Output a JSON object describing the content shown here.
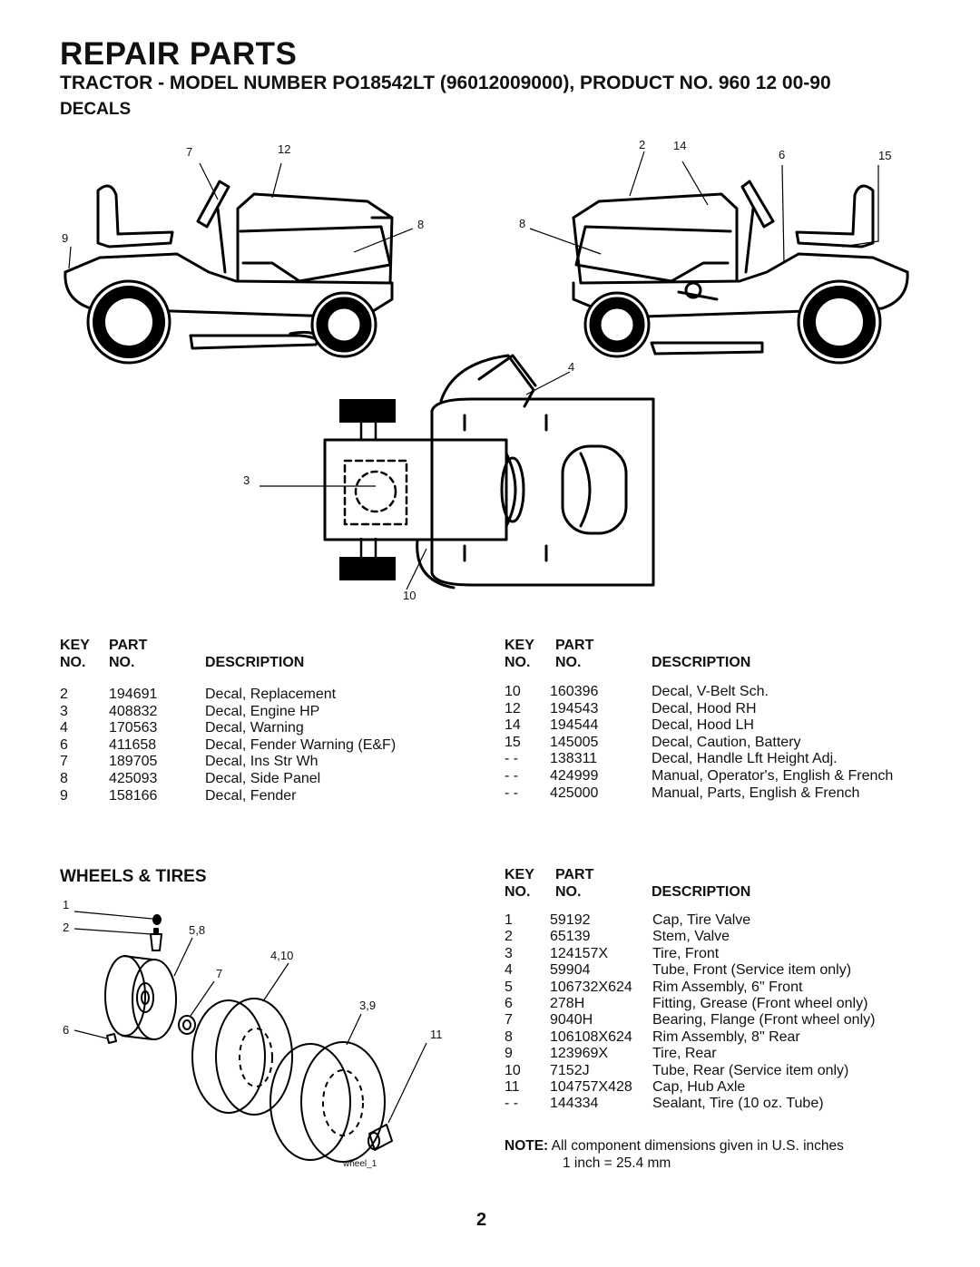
{
  "header": {
    "title": "REPAIR PARTS",
    "subtitle": "TRACTOR  - MODEL NUMBER  PO18542LT (96012009000), PRODUCT NO. 960 12 00-90"
  },
  "decals": {
    "heading": "DECALS",
    "callouts": {
      "c7": "7",
      "c12": "12",
      "c9": "9",
      "c8a": "8",
      "c2": "2",
      "c14": "14",
      "c6": "6",
      "c15": "15",
      "c8b": "8",
      "c4": "4",
      "c3": "3",
      "c10": "10"
    },
    "col_headers": {
      "key": "KEY",
      "part": "PART",
      "no1": "NO.",
      "no2": "NO.",
      "desc": "DESCRIPTION"
    },
    "left_rows": [
      {
        "key": "2",
        "part": "194691",
        "desc": "Decal, Replacement"
      },
      {
        "key": "3",
        "part": "408832",
        "desc": "Decal, Engine HP"
      },
      {
        "key": "4",
        "part": "170563",
        "desc": "Decal, Warning"
      },
      {
        "key": "6",
        "part": "411658",
        "desc": "Decal, Fender Warning (E&F)"
      },
      {
        "key": "7",
        "part": "189705",
        "desc": "Decal, Ins Str Wh"
      },
      {
        "key": "8",
        "part": "425093",
        "desc": "Decal, Side Panel"
      },
      {
        "key": "9",
        "part": "158166",
        "desc": "Decal, Fender"
      }
    ],
    "right_rows": [
      {
        "key": "10",
        "part": "160396",
        "desc": "Decal, V-Belt Sch."
      },
      {
        "key": "12",
        "part": "194543",
        "desc": "Decal, Hood RH"
      },
      {
        "key": "14",
        "part": "194544",
        "desc": "Decal, Hood LH"
      },
      {
        "key": "15",
        "part": "145005",
        "desc": "Decal, Caution, Battery"
      },
      {
        "key": "- -",
        "part": "138311",
        "desc": "Decal, Handle Lft Height Adj."
      },
      {
        "key": "- -",
        "part": "424999",
        "desc": "Manual, Operator's, English & French"
      },
      {
        "key": "- -",
        "part": "425000",
        "desc": "Manual, Parts, English & French"
      }
    ]
  },
  "wheels": {
    "heading": "WHEELS & TIRES",
    "callouts": {
      "c1": "1",
      "c2": "2",
      "c58": "5,8",
      "c410": "4,10",
      "c7": "7",
      "c39": "3,9",
      "c6": "6",
      "c11": "11",
      "figure_id": "wheel_1"
    },
    "rows": [
      {
        "key": "1",
        "part": "59192",
        "desc": "Cap, Tire Valve"
      },
      {
        "key": "2",
        "part": "65139",
        "desc": "Stem, Valve"
      },
      {
        "key": "3",
        "part": "124157X",
        "desc": "Tire, Front"
      },
      {
        "key": "4",
        "part": "59904",
        "desc": "Tube, Front (Service item only)"
      },
      {
        "key": "5",
        "part": "106732X624",
        "desc": "Rim Assembly, 6\" Front"
      },
      {
        "key": "6",
        "part": "278H",
        "desc": "Fitting, Grease (Front wheel only)"
      },
      {
        "key": "7",
        "part": "9040H",
        "desc": "Bearing, Flange (Front wheel only)"
      },
      {
        "key": "8",
        "part": "106108X624",
        "desc": "Rim Assembly, 8\" Rear"
      },
      {
        "key": "9",
        "part": "123969X",
        "desc": "Tire, Rear"
      },
      {
        "key": "10",
        "part": "7152J",
        "desc": "Tube, Rear (Service item only)"
      },
      {
        "key": "11",
        "part": "104757X428",
        "desc": "Cap, Hub Axle"
      },
      {
        "key": "- -",
        "part": "144334",
        "desc": "Sealant, Tire (10 oz. Tube)"
      }
    ]
  },
  "note": {
    "label": "NOTE:",
    "line1": "All component dimensions given in U.S. inches",
    "line2": "1 inch = 25.4 mm"
  },
  "page_number": "2"
}
